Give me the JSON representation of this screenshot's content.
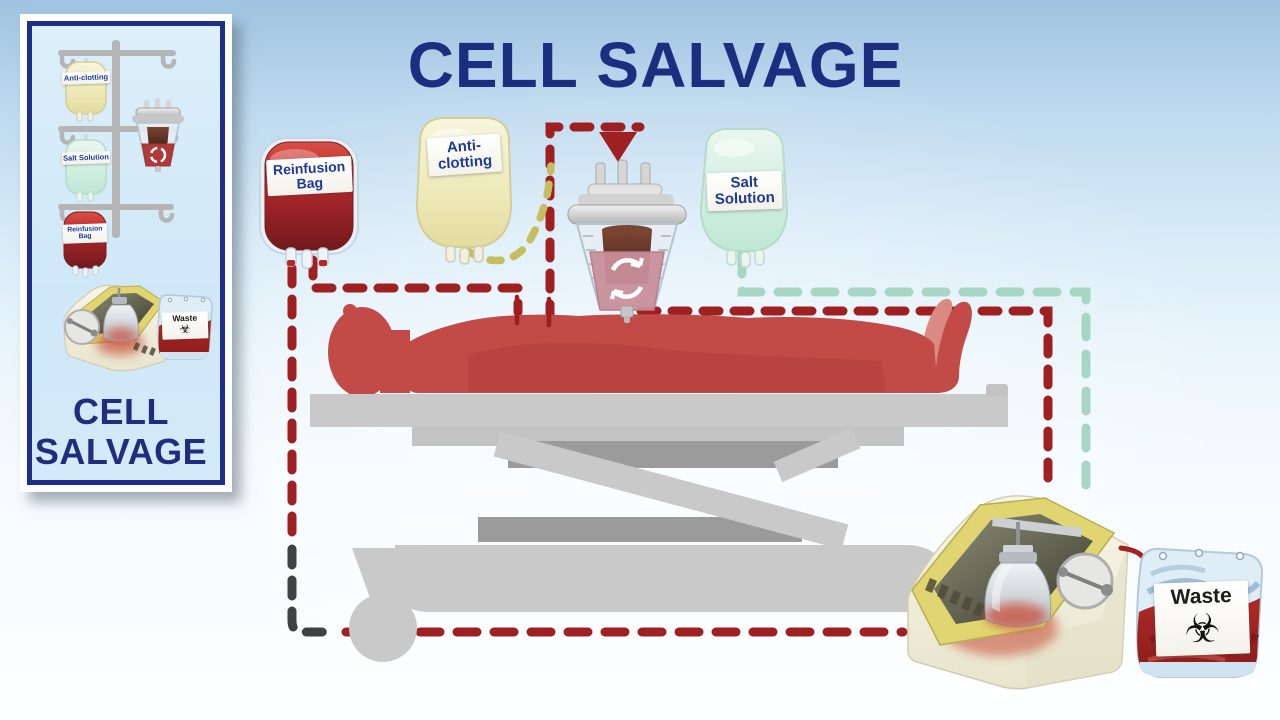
{
  "title": "CELL SALVAGE",
  "sidebar": {
    "caption_line1": "CELL",
    "caption_line2": "SALVAGE",
    "labels": {
      "anti_clotting": "Anti-clotting",
      "salt_solution": "Salt Solution",
      "reinfusion_bag": "Reinfusion Bag",
      "waste": "Waste",
      "biohazard_glyph": "☣"
    }
  },
  "diagram": {
    "labels": {
      "reinfusion_bag": "Reinfusion Bag",
      "anti_clotting": "Anti-clotting",
      "salt_solution": "Salt Solution",
      "waste": "Waste"
    },
    "icons": {
      "biohazard_glyph": "☣",
      "down_arrow_icon": "filled red triangle into centrifuge",
      "recirculation_arrows_icon": "white circular arrows on centrifuge sleeve"
    },
    "colors": {
      "title_navy": "#1c2e80",
      "blood_dash_red": "#9e2020",
      "saline_dash_teal": "#a7d7c4",
      "anticoagulant_dash_olive": "#c5bd5e",
      "suction_dash_gray": "#3e4242",
      "patient_red": "#c24a47",
      "table_gray": "#c9c9c9",
      "machine_cream": "#f3f1e1",
      "machine_yellow": "#e0d571",
      "waste_blood_red": "#a32323"
    }
  }
}
